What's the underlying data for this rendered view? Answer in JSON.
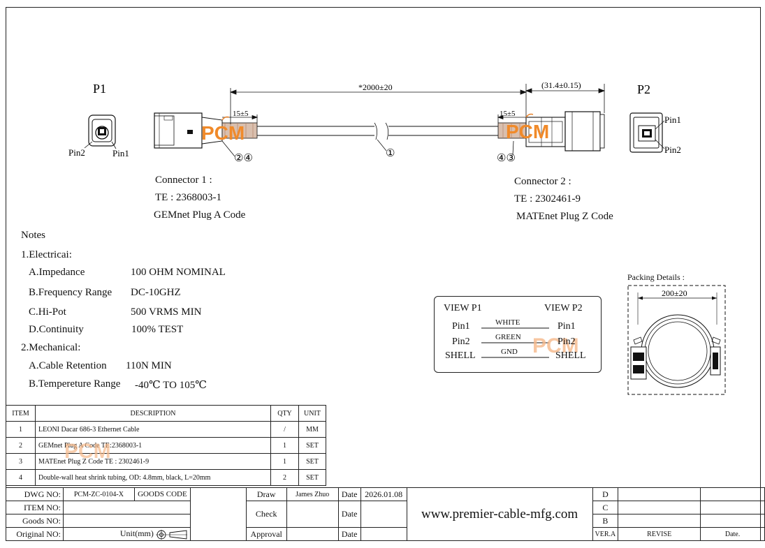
{
  "drawing": {
    "p1_label": "P1",
    "p2_label": "P2",
    "p1_pin2": "Pin2",
    "p1_pin1": "Pin1",
    "p2_pin1": "Pin1",
    "p2_pin2": "Pin2",
    "length_dim": "*2000±20",
    "right_dim": "(31.4±0.15)",
    "left_shrink_dim": "15±5",
    "right_shrink_dim": "15±5",
    "callout_cable": "①",
    "callout_left": "②④",
    "callout_right": "④③",
    "watermark": "PCM"
  },
  "connector1": {
    "title": "Connector 1 :",
    "part": "TE : 2368003-1",
    "desc": "GEMnet Plug A Code"
  },
  "connector2": {
    "title": "Connector 2 :",
    "part": "TE : 2302461-9",
    "desc": "MATEnet Plug Z Code"
  },
  "notes": {
    "heading": "Notes",
    "electrical_heading": "1.Electricai:",
    "electrical": [
      {
        "label": "A.Impedance",
        "value": "100 OHM NOMINAL"
      },
      {
        "label": "B.Frequency Range",
        "value": "DC-10GHZ"
      },
      {
        "label": "C.Hi-Pot",
        "value": "500 VRMS MIN"
      },
      {
        "label": "D.Continuity",
        "value": "100% TEST"
      }
    ],
    "mechanical_heading": "2.Mechanical:",
    "mechanical": [
      {
        "label": "A.Cable Retention",
        "value": "110N MIN"
      },
      {
        "label": "B.Tempereture Range",
        "value": "-40℃ TO 105℃"
      }
    ]
  },
  "wiring": {
    "view_p1": "VIEW P1",
    "view_p2": "VIEW P2",
    "rows": [
      {
        "left": "Pin1",
        "wire": "WHITE",
        "right": "Pin1"
      },
      {
        "left": "Pin2",
        "wire": "GREEN",
        "right": "Pin2"
      },
      {
        "left": "SHELL",
        "wire": "GND",
        "right": "SHELL"
      }
    ]
  },
  "packing": {
    "title": "Packing Details :",
    "dim": "200±20"
  },
  "bom": {
    "headers": {
      "item": "ITEM",
      "desc": "DESCRIPTION",
      "qty": "QTY",
      "unit": "UNIT"
    },
    "rows": [
      {
        "item": "1",
        "desc": "LEONI Dacar 686-3 Ethernet Cable",
        "qty": "/",
        "unit": "MM"
      },
      {
        "item": "2",
        "desc": "GEMnet Plug A Code TE:2368003-1",
        "qty": "1",
        "unit": "SET"
      },
      {
        "item": "3",
        "desc": "MATEnet Plug Z Code TE : 2302461-9",
        "qty": "1",
        "unit": "SET"
      },
      {
        "item": "4",
        "desc": "Double-wall heat shrink tubing, OD: 4.8mm, black, L=20mm",
        "qty": "2",
        "unit": "SET"
      }
    ]
  },
  "titleblock": {
    "dwg_no_label": "DWG NO:",
    "dwg_no": "PCM-ZC-0104-X",
    "goods_code_label": "GOODS CODE",
    "item_no_label": "ITEM NO:",
    "goods_no_label": "Goods NO:",
    "original_no_label": "Original NO:",
    "unit_label": "Unit(mm)",
    "draw_label": "Draw",
    "drawer": "James Zhuo",
    "date_label": "Date",
    "draw_date": "2026.01.08",
    "check_label": "Check",
    "approval_label": "Approval",
    "website": "www.premier-cable-mfg.com",
    "rev_d": "D",
    "rev_c": "C",
    "rev_b": "B",
    "ver_label": "VER.A",
    "revise_label": "REVISE",
    "rev_date_label": "Date."
  }
}
